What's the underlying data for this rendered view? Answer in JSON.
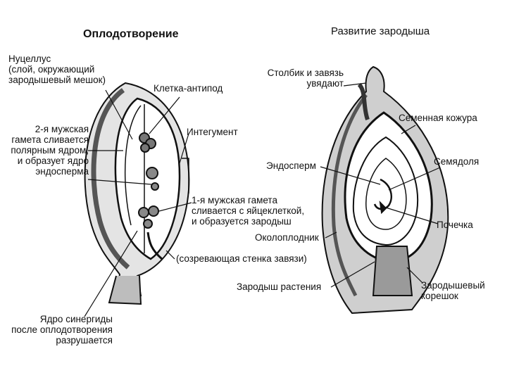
{
  "left_panel": {
    "title": "Оплодотворение",
    "labels": {
      "nucellus": "Нуцеллус\n(слой, окружающий\nзародышевый мешок)",
      "second_gamete": "2-я мужская\nгамета сливается\nполярным ядром,\nи образует ядро\nэндосперма",
      "antipodal": "Клетка-антипод",
      "integument": "Интегумент",
      "first_gamete": "1-я мужская гамета\nсливается с яйцеклеткой,\nи образуется зародыш",
      "ovary_wall": "(созревающая стенка завязи)",
      "synergid": "Ядро синергиды\nпосле оплодотворения\nразрушается"
    }
  },
  "right_panel": {
    "title": "Развитие зародыша",
    "labels": {
      "style_ovary": "Столбик и завязь\nувядают",
      "seed_coat": "Семенная кожура",
      "endosperm": "Эндосперм",
      "cotyledon": "Семядоля",
      "bud": "Почечка",
      "pericarp": "Околоплодник",
      "embryo": "Зародыш растения",
      "radicle": "Зародышевый\nкорешок"
    }
  },
  "colors": {
    "ink": "#111111",
    "shade": "#8a8a8a",
    "light": "#d6d6d6",
    "paper": "#ffffff"
  }
}
